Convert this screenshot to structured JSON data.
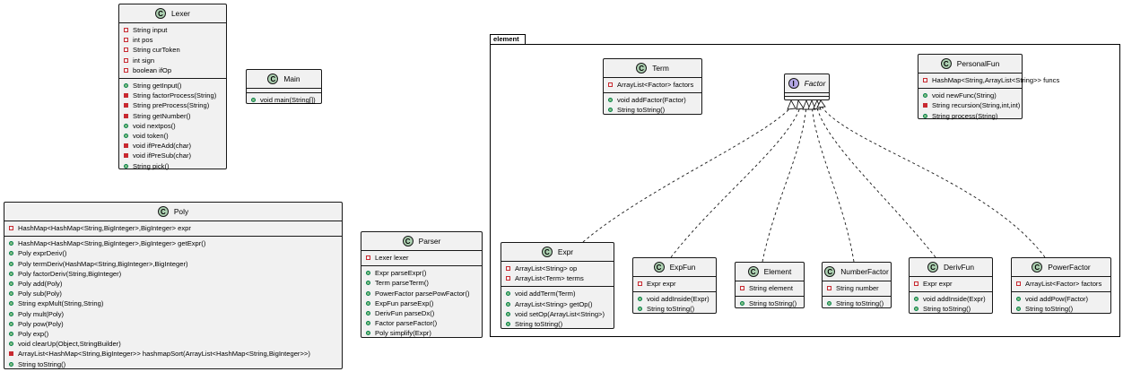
{
  "package": {
    "name": "element"
  },
  "classes": {
    "lexer": {
      "name": "Lexer",
      "fields": [
        {
          "vis": "private",
          "text": "String input"
        },
        {
          "vis": "private",
          "text": "int pos"
        },
        {
          "vis": "private",
          "text": "String curToken"
        },
        {
          "vis": "private",
          "text": "int sign"
        },
        {
          "vis": "private",
          "text": "boolean ifOp"
        }
      ],
      "methods": [
        {
          "vis": "public",
          "text": "String getInput()"
        },
        {
          "vis": "private-method",
          "text": "String factorProcess(String)"
        },
        {
          "vis": "private-method",
          "text": "String preProcess(String)"
        },
        {
          "vis": "private-method",
          "text": "String getNumber()"
        },
        {
          "vis": "public",
          "text": "void nextpos()"
        },
        {
          "vis": "public",
          "text": "void token()"
        },
        {
          "vis": "private-method",
          "text": "void ifPreAdd(char)"
        },
        {
          "vis": "private-method",
          "text": "void ifPreSub(char)"
        },
        {
          "vis": "public",
          "text": "String pick()"
        }
      ]
    },
    "main": {
      "name": "Main",
      "methods": [
        {
          "vis": "public",
          "text": "void main(String[])",
          "static": true
        }
      ]
    },
    "poly": {
      "name": "Poly",
      "fields": [
        {
          "vis": "private",
          "text": "HashMap<HashMap<String,BigInteger>,BigInteger> expr"
        }
      ],
      "methods": [
        {
          "vis": "public",
          "text": "HashMap<HashMap<String,BigInteger>,BigInteger> getExpr()"
        },
        {
          "vis": "public",
          "text": "Poly exprDeriv()"
        },
        {
          "vis": "public",
          "text": "Poly termDeriv(HashMap<String,BigInteger>,BigInteger)"
        },
        {
          "vis": "public",
          "text": "Poly factorDeriv(String,BigInteger)"
        },
        {
          "vis": "public",
          "text": "Poly add(Poly)"
        },
        {
          "vis": "public",
          "text": "Poly sub(Poly)"
        },
        {
          "vis": "public",
          "text": "String expMult(String,String)"
        },
        {
          "vis": "public",
          "text": "Poly mult(Poly)"
        },
        {
          "vis": "public",
          "text": "Poly pow(Poly)"
        },
        {
          "vis": "public",
          "text": "Poly exp()"
        },
        {
          "vis": "public",
          "text": "void clearUp(Object,StringBuilder)"
        },
        {
          "vis": "private-method",
          "text": "ArrayList<HashMap<String,BigInteger>> hashmapSort(ArrayList<HashMap<String,BigInteger>>)"
        },
        {
          "vis": "public",
          "text": "String toString()"
        }
      ]
    },
    "parser": {
      "name": "Parser",
      "fields": [
        {
          "vis": "private",
          "text": "Lexer lexer"
        }
      ],
      "methods": [
        {
          "vis": "public",
          "text": "Expr parseExpr()"
        },
        {
          "vis": "public",
          "text": "Term parseTerm()"
        },
        {
          "vis": "public",
          "text": "PowerFactor parsePowFactor()"
        },
        {
          "vis": "public",
          "text": "ExpFun parseExp()"
        },
        {
          "vis": "public",
          "text": "DerivFun parseDx()"
        },
        {
          "vis": "public",
          "text": "Factor parseFactor()"
        },
        {
          "vis": "public",
          "text": "Poly simplify(Expr)"
        }
      ]
    },
    "term": {
      "name": "Term",
      "fields": [
        {
          "vis": "private",
          "text": "ArrayList<Factor> factors"
        }
      ],
      "methods": [
        {
          "vis": "public",
          "text": "void addFactor(Factor)"
        },
        {
          "vis": "public",
          "text": "String toString()"
        }
      ]
    },
    "factor": {
      "name": "Factor",
      "kind": "interface"
    },
    "personalfun": {
      "name": "PersonalFun",
      "fields": [
        {
          "vis": "private",
          "text": "HashMap<String,ArrayList<String>> funcs"
        }
      ],
      "methods": [
        {
          "vis": "public",
          "text": "void newFunc(String)"
        },
        {
          "vis": "private-method",
          "text": "String recursion(String,int,int)"
        },
        {
          "vis": "public",
          "text": "String process(String)"
        }
      ]
    },
    "expr": {
      "name": "Expr",
      "fields": [
        {
          "vis": "private",
          "text": "ArrayList<String> op"
        },
        {
          "vis": "private",
          "text": "ArrayList<Term> terms"
        }
      ],
      "methods": [
        {
          "vis": "public",
          "text": "void addTerm(Term)"
        },
        {
          "vis": "public",
          "text": "ArrayList<String> getOp()"
        },
        {
          "vis": "public",
          "text": "void setOp(ArrayList<String>)"
        },
        {
          "vis": "public",
          "text": "String toString()"
        }
      ]
    },
    "expfun": {
      "name": "ExpFun",
      "fields": [
        {
          "vis": "private",
          "text": "Expr expr"
        }
      ],
      "methods": [
        {
          "vis": "public",
          "text": "void addInside(Expr)"
        },
        {
          "vis": "public",
          "text": "String toString()"
        }
      ]
    },
    "element": {
      "name": "Element",
      "fields": [
        {
          "vis": "private",
          "text": "String element"
        }
      ],
      "methods": [
        {
          "vis": "public",
          "text": "String toString()"
        }
      ]
    },
    "numberfactor": {
      "name": "NumberFactor",
      "fields": [
        {
          "vis": "private",
          "text": "String number"
        }
      ],
      "methods": [
        {
          "vis": "public",
          "text": "String toString()"
        }
      ]
    },
    "derivfun": {
      "name": "DerivFun",
      "fields": [
        {
          "vis": "private",
          "text": "Expr expr"
        }
      ],
      "methods": [
        {
          "vis": "public",
          "text": "void addInside(Expr)"
        },
        {
          "vis": "public",
          "text": "String toString()"
        }
      ]
    },
    "powerfactor": {
      "name": "PowerFactor",
      "fields": [
        {
          "vis": "private",
          "text": "ArrayList<Factor> factors"
        }
      ],
      "methods": [
        {
          "vis": "public",
          "text": "void addPow(Factor)"
        },
        {
          "vis": "public",
          "text": "String toString()"
        }
      ]
    }
  },
  "relations": [
    {
      "from": "Expr",
      "to": "Factor",
      "type": "realization"
    },
    {
      "from": "ExpFun",
      "to": "Factor",
      "type": "realization"
    },
    {
      "from": "Element",
      "to": "Factor",
      "type": "realization"
    },
    {
      "from": "NumberFactor",
      "to": "Factor",
      "type": "realization"
    },
    {
      "from": "DerivFun",
      "to": "Factor",
      "type": "realization"
    },
    {
      "from": "PowerFactor",
      "to": "Factor",
      "type": "realization"
    }
  ],
  "colors": {
    "class_icon": "#add1b2",
    "interface_icon": "#b4a7e5",
    "box_fill": "#f1f1f1",
    "private_field": "#c82930",
    "public_member": "#84be84"
  }
}
